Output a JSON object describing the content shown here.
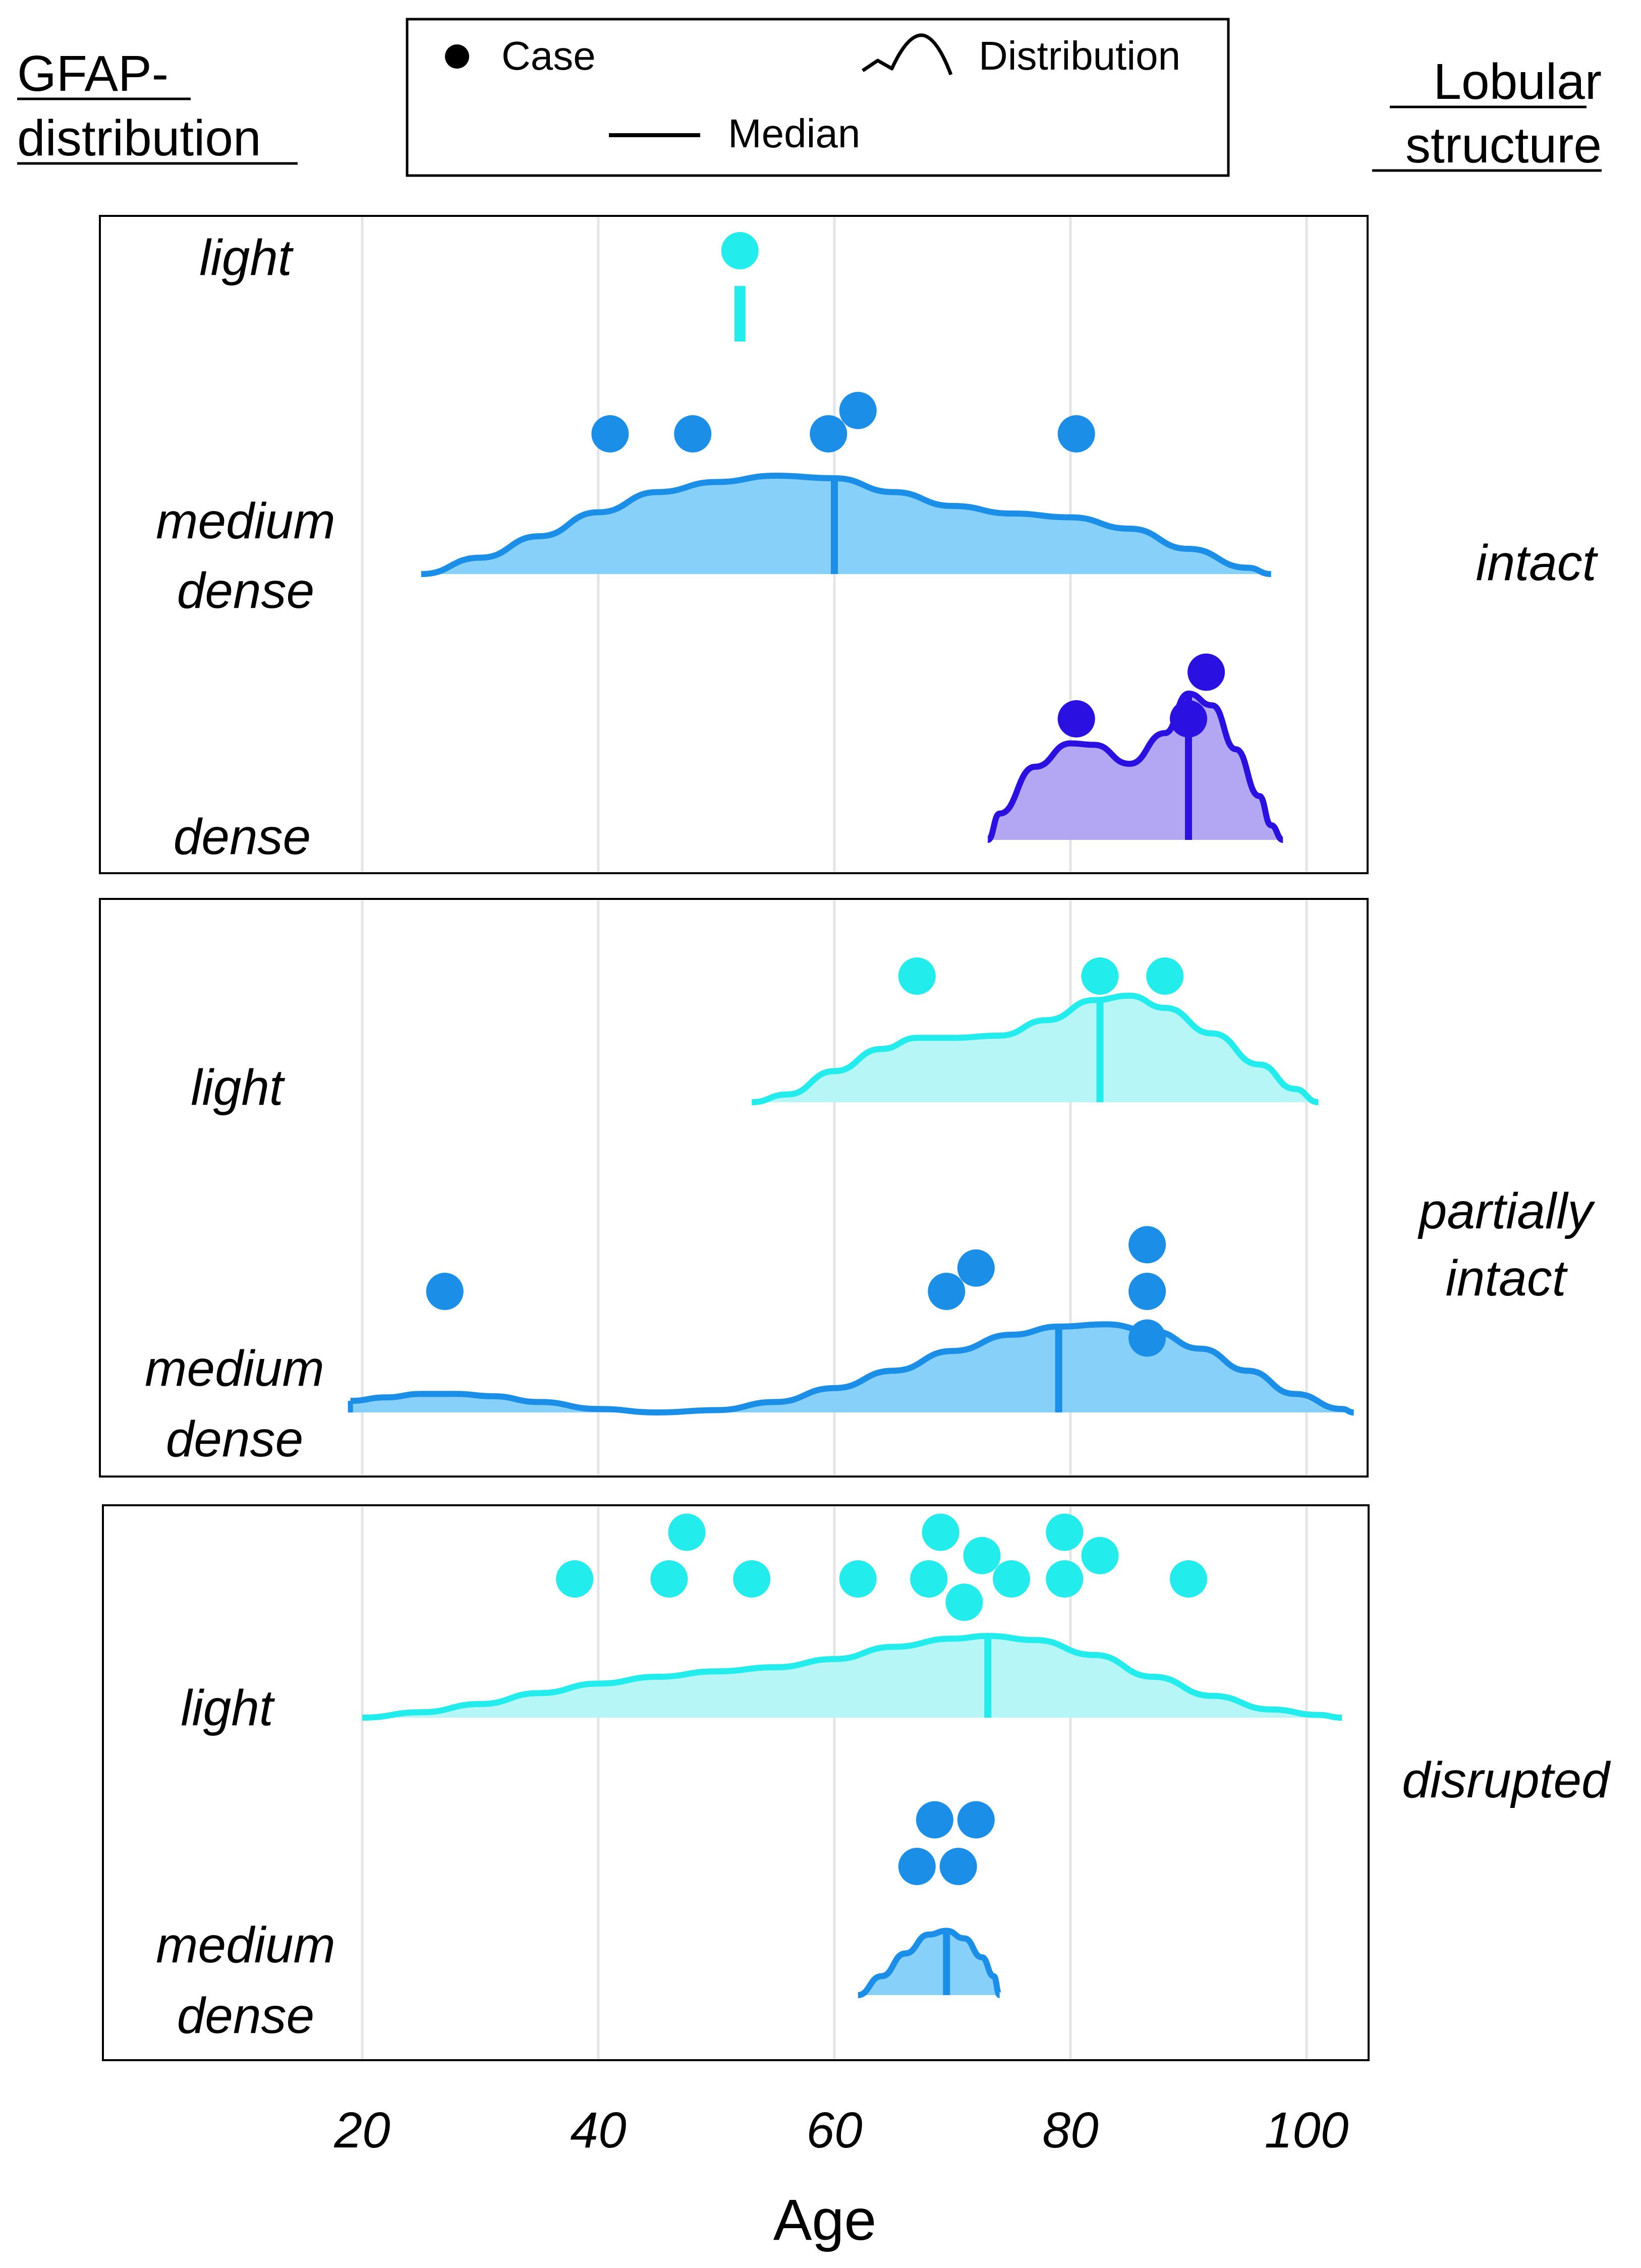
{
  "header": {
    "left_title": [
      "GFAP-",
      "distribution"
    ],
    "right_title": [
      "Lobular",
      "structure"
    ]
  },
  "legend": {
    "case_label": "Case",
    "distribution_label": "Distribution",
    "median_label": "Median"
  },
  "colors": {
    "light": "#22ecec",
    "light_fill": "#b6f6f6",
    "medium_dense": "#1b8fe8",
    "medium_dense_fill": "#86d0fa",
    "dense": "#2b10e2",
    "dense_fill": "#b3a6f3"
  },
  "chart_data": {
    "type": "scatter",
    "xlabel": "Age",
    "xlim": [
      20,
      100
    ],
    "xticks": [
      20,
      40,
      60,
      80,
      100
    ],
    "panels": [
      {
        "name": "intact",
        "label_lines": [
          "intact"
        ],
        "groups": [
          {
            "key": "light",
            "label_lines": [
              "light"
            ],
            "cases": [
              52
            ],
            "median": 52,
            "distribution": []
          },
          {
            "key": "medium_dense",
            "label_lines": [
              "medium",
              "dense"
            ],
            "cases": [
              41,
              48,
              59.5,
              62,
              80.5
            ],
            "median": 60,
            "distribution": [
              [
                25,
                0
              ],
              [
                30,
                0.13
              ],
              [
                35,
                0.3
              ],
              [
                40,
                0.49
              ],
              [
                45,
                0.65
              ],
              [
                50,
                0.73
              ],
              [
                55,
                0.78
              ],
              [
                60,
                0.76
              ],
              [
                65,
                0.65
              ],
              [
                70,
                0.54
              ],
              [
                75,
                0.48
              ],
              [
                80,
                0.45
              ],
              [
                85,
                0.36
              ],
              [
                90,
                0.2
              ],
              [
                95,
                0.05
              ],
              [
                97,
                0
              ]
            ]
          },
          {
            "key": "dense",
            "label_lines": [
              "dense"
            ],
            "cases": [
              80.5,
              90,
              91.5
            ],
            "median": 90,
            "distribution": [
              [
                73,
                0
              ],
              [
                74,
                0.18
              ],
              [
                77,
                0.5
              ],
              [
                80,
                0.66
              ],
              [
                82,
                0.65
              ],
              [
                85,
                0.52
              ],
              [
                88,
                0.73
              ],
              [
                90,
                1.0
              ],
              [
                92,
                0.92
              ],
              [
                94,
                0.62
              ],
              [
                96,
                0.3
              ],
              [
                97,
                0.1
              ],
              [
                98,
                0
              ]
            ]
          }
        ]
      },
      {
        "name": "partially intact",
        "label_lines": [
          "partially",
          "intact"
        ],
        "groups": [
          {
            "key": "light",
            "label_lines": [
              "light"
            ],
            "cases": [
              67,
              82.5,
              88
            ],
            "median": 82.5,
            "distribution": [
              [
                53,
                0
              ],
              [
                56,
                0.07
              ],
              [
                60,
                0.28
              ],
              [
                64,
                0.48
              ],
              [
                67,
                0.58
              ],
              [
                70,
                0.58
              ],
              [
                74,
                0.6
              ],
              [
                78,
                0.74
              ],
              [
                82,
                0.92
              ],
              [
                85,
                0.96
              ],
              [
                88,
                0.85
              ],
              [
                92,
                0.62
              ],
              [
                96,
                0.34
              ],
              [
                99,
                0.12
              ],
              [
                101,
                0
              ]
            ]
          },
          {
            "key": "medium_dense",
            "label_lines": [
              "medium",
              "dense"
            ],
            "cases": [
              27,
              69.5,
              72,
              86.5,
              86.5,
              86.5
            ],
            "median": 79,
            "distribution": [
              [
                19,
                0.1
              ],
              [
                22,
                0.13
              ],
              [
                25,
                0.16
              ],
              [
                28,
                0.16
              ],
              [
                31,
                0.14
              ],
              [
                35,
                0.09
              ],
              [
                40,
                0.03
              ],
              [
                45,
                0.0
              ],
              [
                50,
                0.02
              ],
              [
                55,
                0.09
              ],
              [
                60,
                0.21
              ],
              [
                65,
                0.36
              ],
              [
                70,
                0.53
              ],
              [
                75,
                0.67
              ],
              [
                79,
                0.74
              ],
              [
                83,
                0.76
              ],
              [
                87,
                0.7
              ],
              [
                91,
                0.55
              ],
              [
                95,
                0.36
              ],
              [
                99,
                0.16
              ],
              [
                103,
                0.03
              ],
              [
                104,
                0
              ]
            ]
          }
        ]
      },
      {
        "name": "disrupted",
        "label_lines": [
          "disrupted"
        ],
        "groups": [
          {
            "key": "light",
            "label_lines": [
              "light"
            ],
            "cases": [
              38,
              46,
              47.5,
              53,
              62,
              68,
              69,
              71,
              72.5,
              75,
              79.5,
              79.5,
              82.5,
              90
            ],
            "median": 73,
            "distribution": [
              [
                20,
                0
              ],
              [
                25,
                0.04
              ],
              [
                30,
                0.1
              ],
              [
                35,
                0.18
              ],
              [
                40,
                0.25
              ],
              [
                45,
                0.3
              ],
              [
                50,
                0.34
              ],
              [
                55,
                0.37
              ],
              [
                60,
                0.43
              ],
              [
                65,
                0.52
              ],
              [
                70,
                0.58
              ],
              [
                73,
                0.6
              ],
              [
                77,
                0.57
              ],
              [
                82,
                0.46
              ],
              [
                87,
                0.3
              ],
              [
                92,
                0.16
              ],
              [
                97,
                0.06
              ],
              [
                101,
                0.02
              ],
              [
                103,
                0
              ]
            ]
          },
          {
            "key": "medium_dense",
            "label_lines": [
              "medium",
              "dense"
            ],
            "cases": [
              67,
              68.5,
              70.5,
              72
            ],
            "median": 69.5,
            "distribution": [
              [
                62,
                0
              ],
              [
                64,
                0.25
              ],
              [
                66,
                0.55
              ],
              [
                68,
                0.8
              ],
              [
                69.5,
                0.85
              ],
              [
                71,
                0.75
              ],
              [
                72.5,
                0.5
              ],
              [
                73.5,
                0.25
              ],
              [
                74,
                0
              ]
            ]
          }
        ]
      }
    ]
  }
}
